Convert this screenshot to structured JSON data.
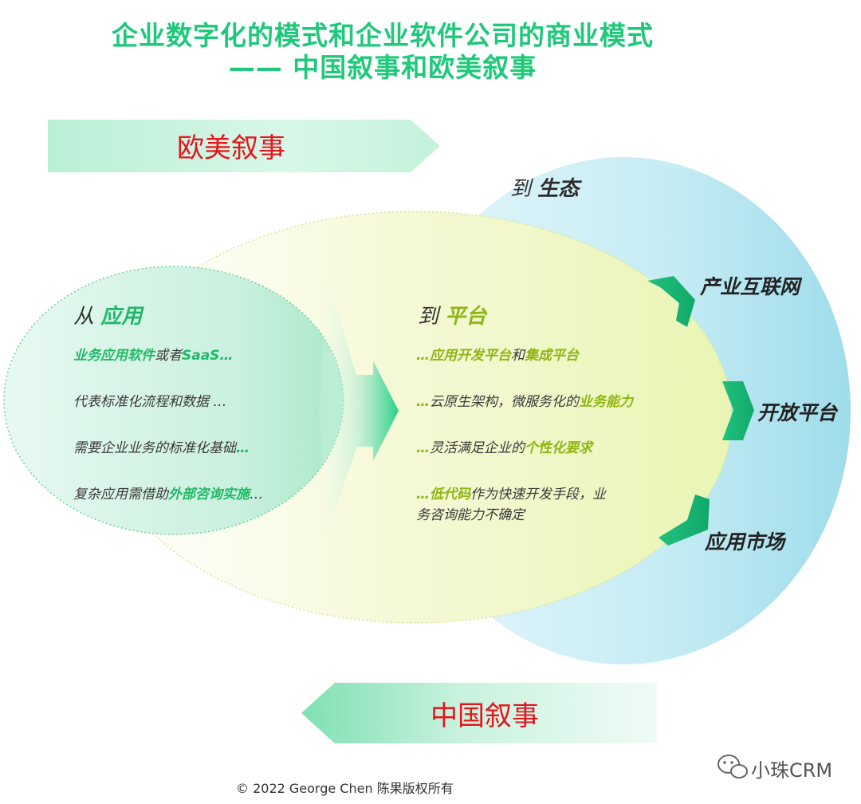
{
  "title": {
    "line1": "企业数字化的模式和企业软件公司的商业模式",
    "line2": "—— 中国叙事和欧美叙事"
  },
  "banners": {
    "western": "欧美叙事",
    "china": "中国叙事"
  },
  "stages": {
    "from": {
      "prefix": "从",
      "accent": "应用"
    },
    "to_platform": {
      "prefix": "到",
      "accent": "平台"
    },
    "to_ecosystem": {
      "prefix": "到",
      "accent": "生态"
    }
  },
  "left_items": [
    {
      "hl": "业务应用软件",
      "mid": "或者",
      "hl2": "SaaS",
      "tail": "…"
    },
    {
      "text": "代表标准化流程和数据 …"
    },
    {
      "text": "需要企业业务的标准化基础",
      "tail": "…"
    },
    {
      "pre": "复杂应用需借助",
      "hl": "外部咨询实施",
      "tail": "…"
    }
  ],
  "right_items": [
    {
      "pre": "…",
      "hl": "应用开发平台",
      "mid": "和",
      "hl2": "集成平台"
    },
    {
      "pre": "…",
      "text": "云原生架构，微服务化的",
      "hl": "业务能力"
    },
    {
      "pre": "…",
      "text": "灵活满足企业的",
      "hl": "个性化要求"
    },
    {
      "pre": "…",
      "hl": "低代码",
      "text": "作为快速开发手段，业",
      "line2": "务咨询能力不确定"
    }
  ],
  "outcomes": {
    "industry_internet": "产业互联网",
    "open_platform": "开放平台",
    "app_market": "应用市场"
  },
  "footer": "© 2022 George Chen 陈果版权所有",
  "watermark": "小珠CRM",
  "colors": {
    "title_green": "#1ec97a",
    "banner_red": "#e8141b",
    "accent_green": "#20b968",
    "accent_lime": "#8fb514",
    "eco_blue": "#b8e6ef"
  }
}
